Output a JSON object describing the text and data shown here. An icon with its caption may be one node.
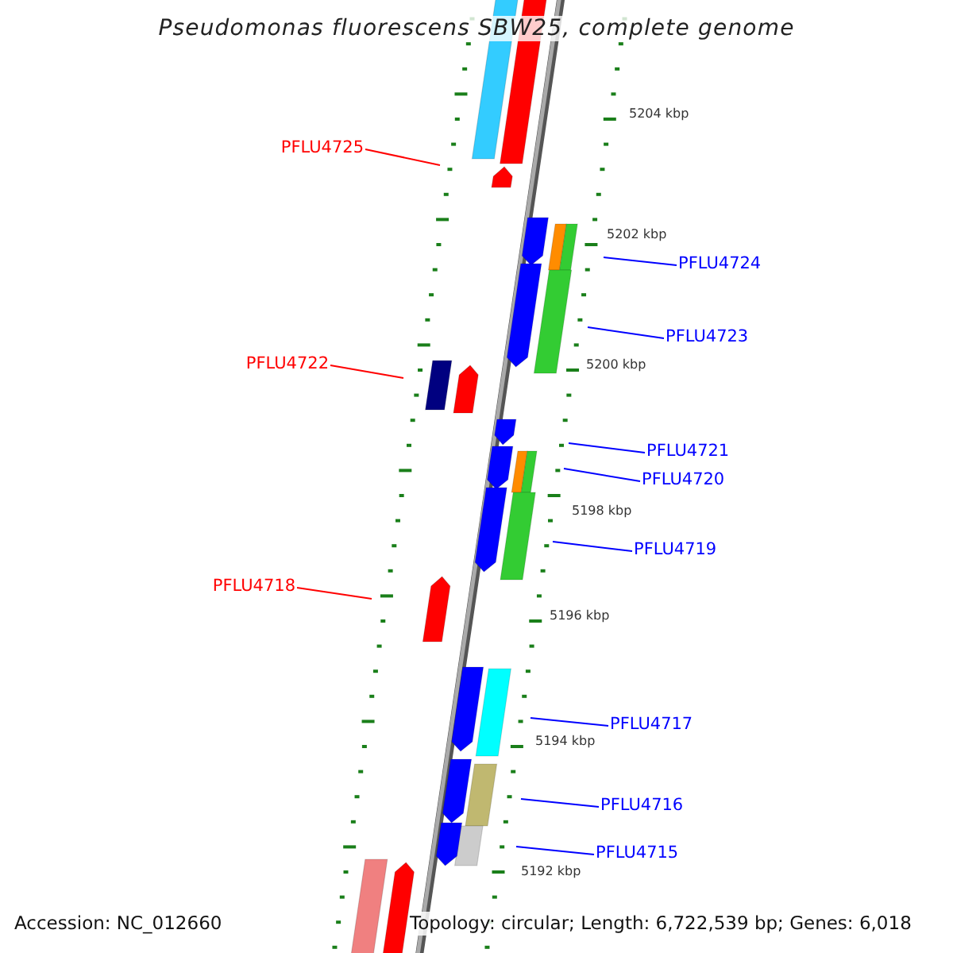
{
  "diagram": {
    "title": "Pseudomonas fluorescens SBW25, complete genome",
    "nodes": [
      {
        "text": [
          "PFLU4725"
        ]
      },
      {
        "text": [
          "PFLU4724"
        ]
      },
      {
        "text": [
          "PFLU4723"
        ]
      },
      {
        "text": [
          "PFLU4722"
        ]
      },
      {
        "text": [
          "PFLU4721"
        ]
      },
      {
        "text": [
          "PFLU4720"
        ]
      },
      {
        "text": [
          "PFLU4719"
        ]
      },
      {
        "text": [
          "PFLU4718"
        ]
      },
      {
        "text": [
          "PFLU4717"
        ]
      },
      {
        "text": [
          "PFLU4716"
        ]
      },
      {
        "text": [
          "PFLU4715"
        ]
      }
    ],
    "edges": [
      {
        "from": 0,
        "to": null,
        "arrow": "none",
        "color": "#ff0000"
      },
      {
        "from": 1,
        "to": null,
        "arrow": "none"
      },
      {
        "from": 2,
        "to": null,
        "arrow": "none"
      },
      {
        "from": 3,
        "to": null,
        "arrow": "none",
        "color": "#ff0000"
      },
      {
        "from": 4,
        "to": null,
        "arrow": "none"
      },
      {
        "from": 5,
        "to": null,
        "arrow": "none"
      },
      {
        "from": 6,
        "to": null,
        "arrow": "none"
      },
      {
        "from": 7,
        "to": null,
        "arrow": "none",
        "color": "#ff0000"
      },
      {
        "from": 8,
        "to": null,
        "arrow": "none"
      },
      {
        "from": 9,
        "to": null,
        "arrow": "none"
      },
      {
        "from": 10,
        "to": null,
        "arrow": "none"
      }
    ],
    "labels": [
      "5204 kbp",
      "5202 kbp",
      "5200 kbp",
      "5198 kbp",
      "5196 kbp",
      "5194 kbp",
      "5192 kbp",
      "Accession: NC_012660",
      "Topology: circular; Length: 6,722,539 bp; Genes: 6,018"
    ]
  }
}
